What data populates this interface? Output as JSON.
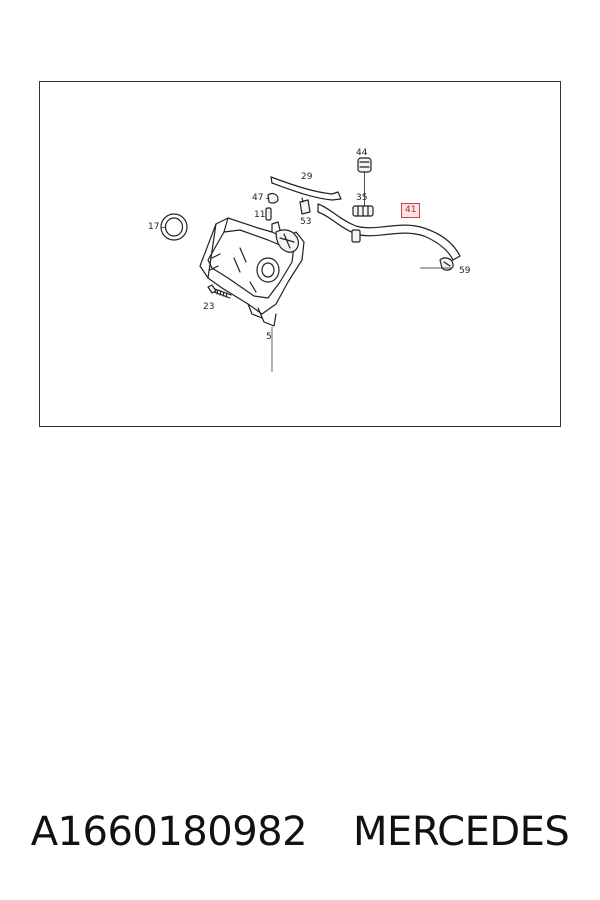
{
  "diagram": {
    "callouts": {
      "c44": "44",
      "c29": "29",
      "c35": "35",
      "c41": "41",
      "c47": "47",
      "c11": "11",
      "c53": "53",
      "c17": "17",
      "c59": "59",
      "c23": "23",
      "c5": "5"
    },
    "highlighted_callout": "41",
    "highlight_color": "#d24040"
  },
  "caption": {
    "part_number": "A1660180982",
    "brand": "MERCEDES"
  }
}
